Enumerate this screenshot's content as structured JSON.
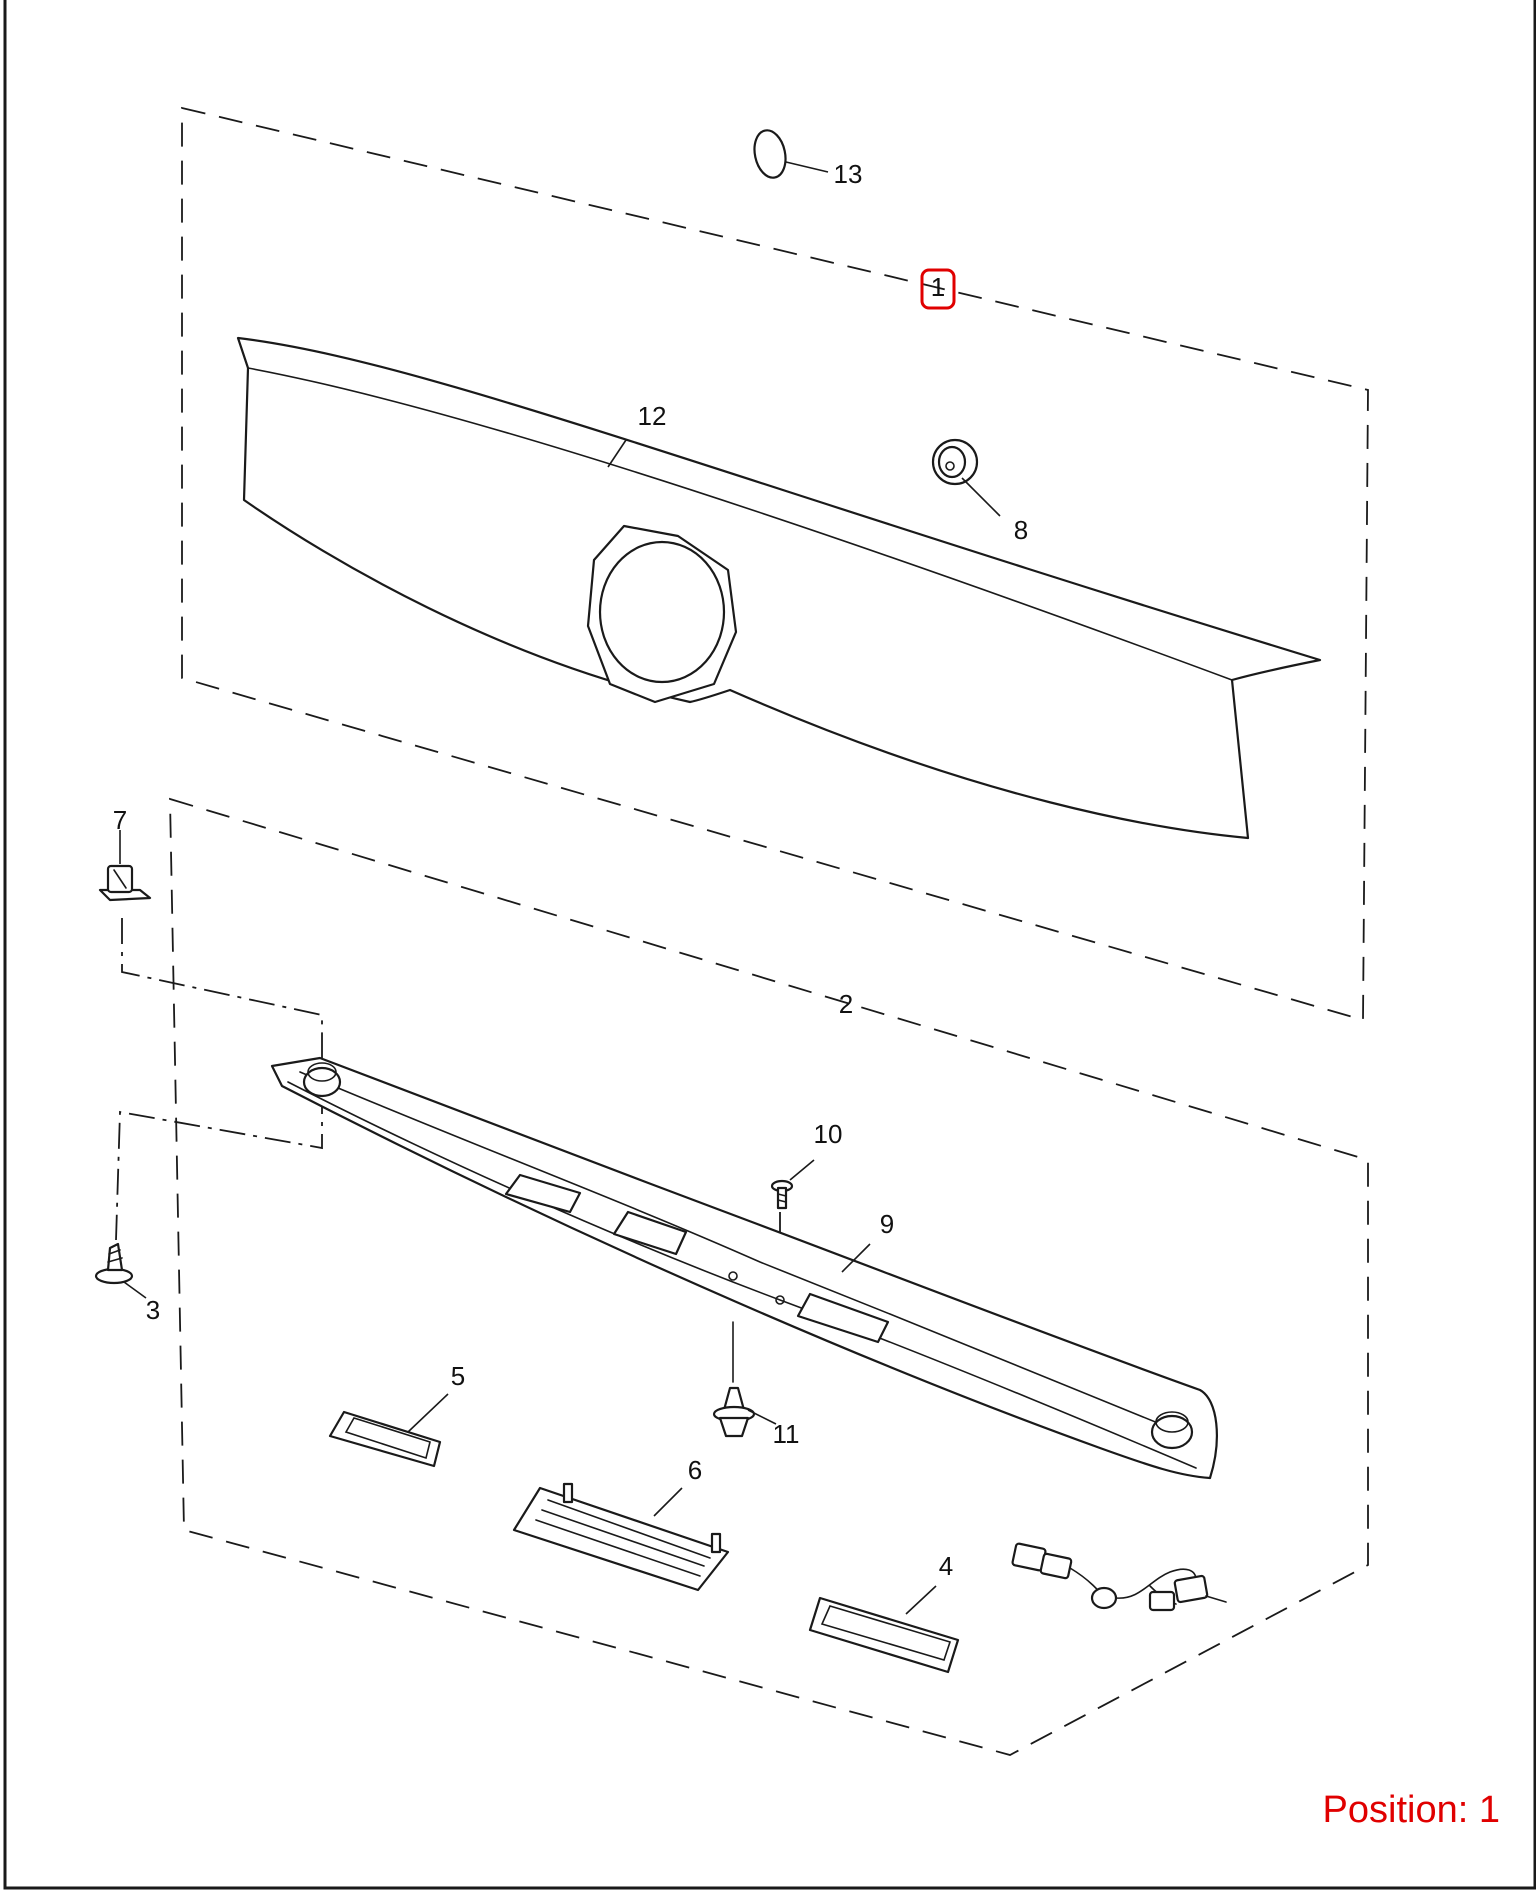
{
  "callouts": {
    "p1": "1",
    "p2": "2",
    "p3": "3",
    "p4": "4",
    "p5": "5",
    "p6": "6",
    "p7": "7",
    "p8": "8",
    "p9": "9",
    "p10": "10",
    "p11": "11",
    "p12": "12",
    "p13": "13"
  },
  "highlighted_callout": "1",
  "highlight_color": "#e00000",
  "position_label": "Position: 1",
  "position_color": "#e00000"
}
